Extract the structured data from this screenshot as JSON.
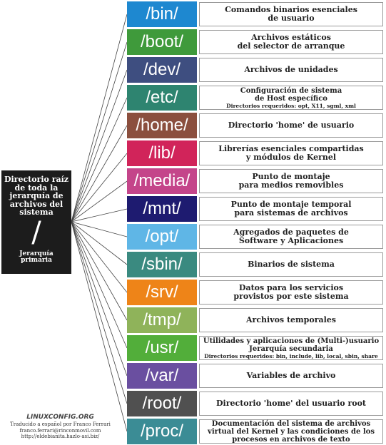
{
  "root": {
    "title_lines": [
      "Directorio raíz",
      "de toda la",
      "jerarquía de",
      "archivos del",
      "sistema"
    ],
    "symbol": "/",
    "subtitle_lines": [
      "Jerarquía",
      "primaria"
    ]
  },
  "directories": [
    {
      "name": "/bin/",
      "color": "#1E88D0",
      "desc": [
        "Comandos binarios esenciales",
        "de usuario"
      ]
    },
    {
      "name": "/boot/",
      "color": "#3F9A3B",
      "desc": [
        "Archivos estáticos",
        "del selector de arranque"
      ]
    },
    {
      "name": "/dev/",
      "color": "#3E4E80",
      "desc": [
        "Archivos de unidades"
      ]
    },
    {
      "name": "/etc/",
      "color": "#2E8470",
      "desc": [
        "Configuración de sistema",
        "de Host específico"
      ],
      "note": "Directorios requeridos: opt, X11, sgml, xml"
    },
    {
      "name": "/home/",
      "color": "#8B4F3E",
      "desc": [
        "Directorio 'home' de usuario"
      ]
    },
    {
      "name": "/lib/",
      "color": "#D1245A",
      "desc": [
        "Librerías esenciales compartidas",
        "y módulos de Kernel"
      ]
    },
    {
      "name": "/media/",
      "color": "#C4458A",
      "desc": [
        "Punto de montaje",
        "para medios removibles"
      ]
    },
    {
      "name": "/mnt/",
      "color": "#1E1B70",
      "desc": [
        "Punto de montaje temporal",
        "para sistemas de archivos"
      ]
    },
    {
      "name": "/opt/",
      "color": "#5FB6E6",
      "desc": [
        "Agregados de paquetes de",
        "Software y Aplicaciones"
      ]
    },
    {
      "name": "/sbin/",
      "color": "#3A8A80",
      "desc": [
        "Binarios de sistema"
      ]
    },
    {
      "name": "/srv/",
      "color": "#EE8418",
      "desc": [
        "Datos para los servicios",
        "provistos por este sistema"
      ]
    },
    {
      "name": "/tmp/",
      "color": "#8FB35A",
      "desc": [
        "Archivos temporales"
      ]
    },
    {
      "name": "/usr/",
      "color": "#52AE3A",
      "desc": [
        "Utilidades y aplicaciones de (Multi-)usuario",
        "Jerarquía secundaria"
      ],
      "note": "Directorios requeridos: bin, include, lib, local, sbin, share"
    },
    {
      "name": "/var/",
      "color": "#6A4FA0",
      "desc": [
        "Variables de archivo"
      ]
    },
    {
      "name": "/root/",
      "color": "#505050",
      "desc": [
        "Directorio 'home' del usuario root"
      ]
    },
    {
      "name": "/proc/",
      "color": "#3B8C95",
      "desc": [
        "Documentación del sistema de archivos",
        "virtual del Kernel y las condiciones de los",
        "procesos en archivos de texto"
      ]
    }
  ],
  "credits": {
    "logo": "LINUXCONFIG.ORG",
    "lines": [
      "Traducido a español por Franco Ferrari",
      "franco.ferrari@rinconmovil.com",
      "http://eldebianita.hazlo-asi.biz/"
    ]
  }
}
